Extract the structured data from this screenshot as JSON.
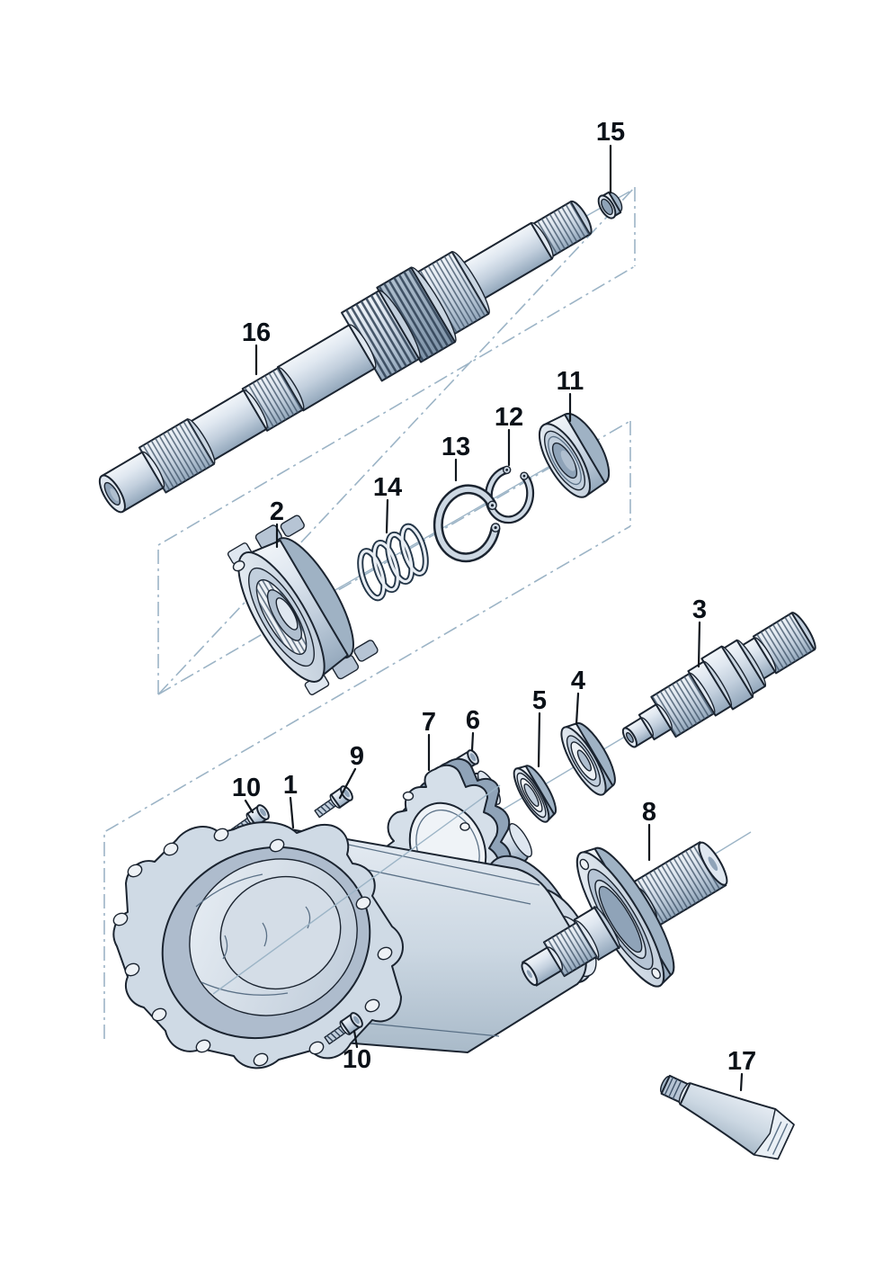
{
  "diagram": {
    "type": "exploded-parts-diagram",
    "subject": "gearbox output shaft and housing assembly",
    "background_color": "#ffffff",
    "outline_color": "#1b2430",
    "construction_line_color": "#9cb4c6",
    "part_fill_light": "#dfe7f0",
    "part_fill_mid": "#b6c4d4",
    "part_fill_dark": "#8fa3b8",
    "callouts": {
      "1": {
        "number": "1",
        "part": "housing"
      },
      "2": {
        "number": "2",
        "part": "clutch-drum-hub"
      },
      "3": {
        "number": "3",
        "part": "stub-shaft"
      },
      "4": {
        "number": "4",
        "part": "flanged-bushing"
      },
      "5": {
        "number": "5",
        "part": "seal-ring"
      },
      "6": {
        "number": "6",
        "part": "bolt"
      },
      "7": {
        "number": "7",
        "part": "bearing-flange"
      },
      "8": {
        "number": "8",
        "part": "output-flange"
      },
      "9": {
        "number": "9",
        "part": "screw"
      },
      "10": {
        "number": "10",
        "part": "screw"
      },
      "11": {
        "number": "11",
        "part": "ball-bearing"
      },
      "12": {
        "number": "12",
        "part": "snap-ring-small"
      },
      "13": {
        "number": "13",
        "part": "snap-ring-large"
      },
      "14": {
        "number": "14",
        "part": "coil-spring"
      },
      "15": {
        "number": "15",
        "part": "bushing-cap"
      },
      "16": {
        "number": "16",
        "part": "main-shaft"
      },
      "17": {
        "number": "17",
        "part": "sealant-tube"
      }
    }
  }
}
